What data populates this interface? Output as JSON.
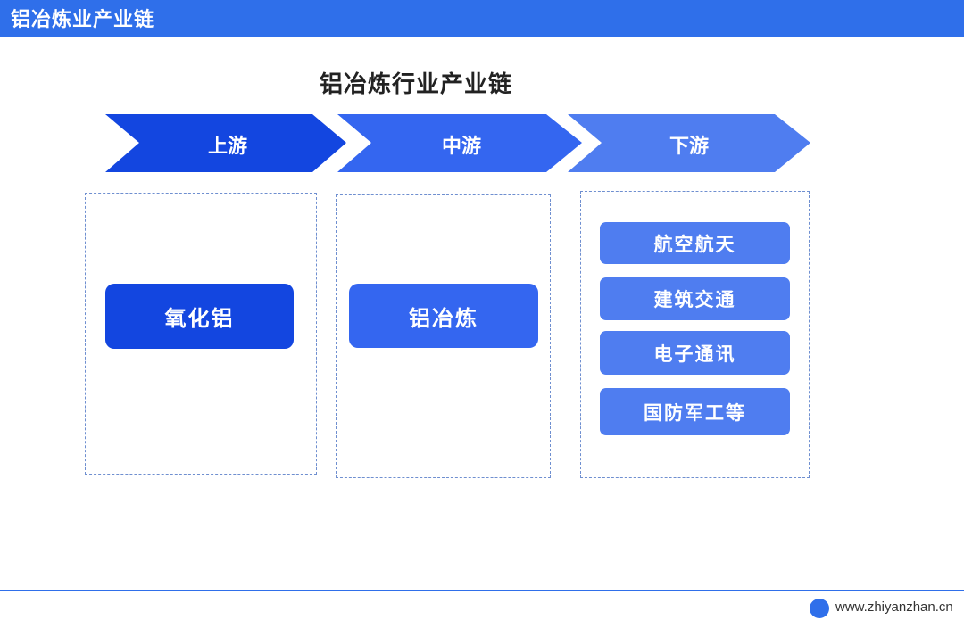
{
  "header": {
    "title": "铝冶炼业产业链"
  },
  "diagram": {
    "title": "铝冶炼行业产业链",
    "stages": [
      {
        "label": "上游",
        "items": [
          "氧化铝"
        ]
      },
      {
        "label": "中游",
        "items": [
          "铝冶炼"
        ]
      },
      {
        "label": "下游",
        "items": [
          "航空航天",
          "建筑交通",
          "电子通讯",
          "国防军工等"
        ]
      }
    ],
    "colors": {
      "upstream": "#1346e0",
      "midstream": "#3466f0",
      "downstream": "#4f7df0",
      "header": "#2f6fea"
    }
  },
  "footer": {
    "url": "www.zhiyanzhan.cn"
  }
}
